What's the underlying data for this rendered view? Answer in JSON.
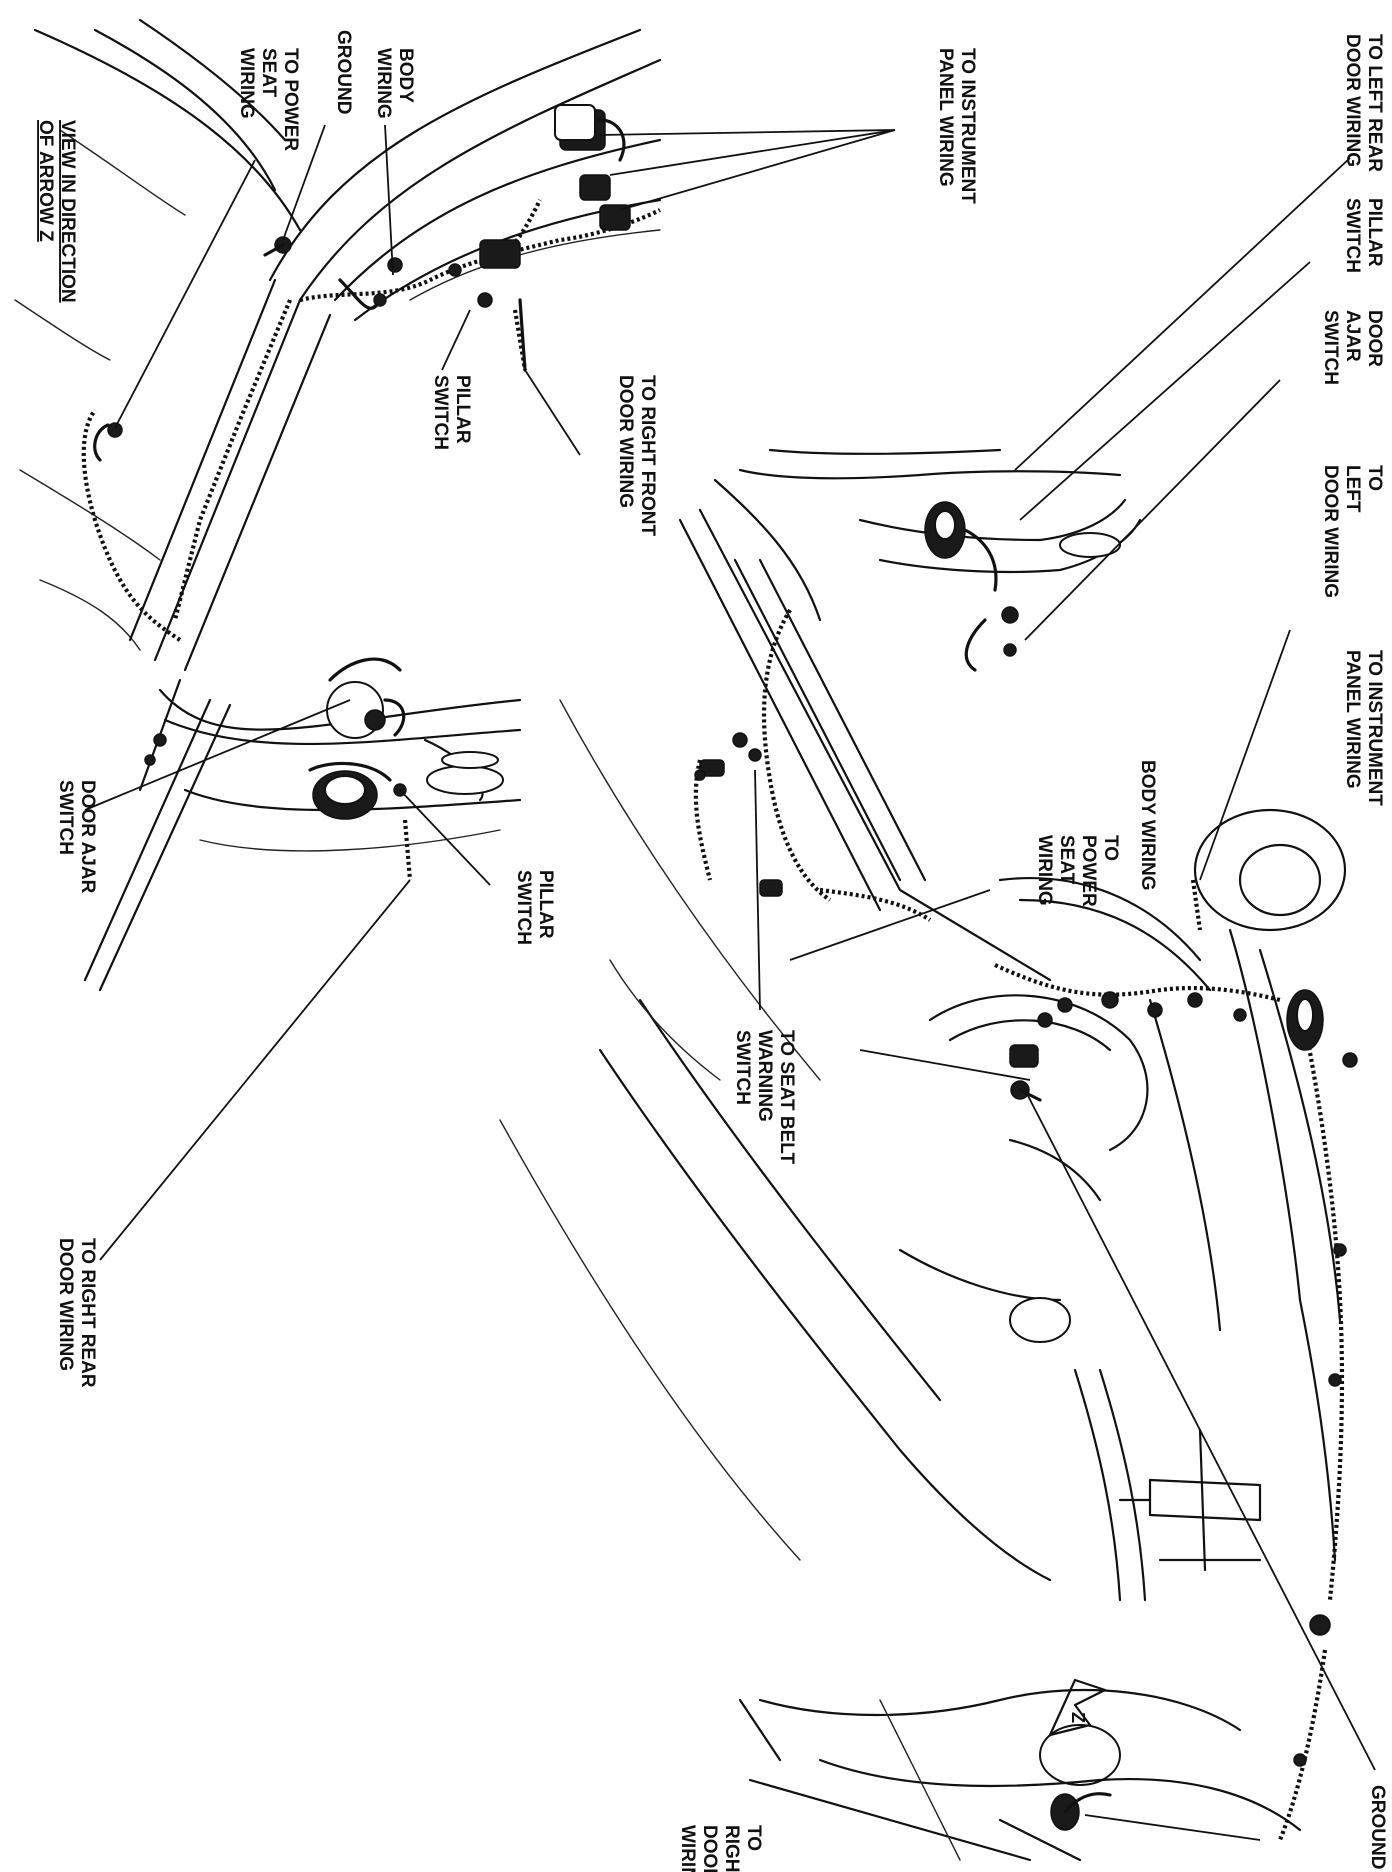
{
  "labels": {
    "to_left_rear_door_wiring": [
      "TO LEFT REAR",
      "DOOR WIRING"
    ],
    "pillar_switch_top": [
      "PILLAR",
      "SWITCH"
    ],
    "door_ajar_switch_top": [
      "DOOR",
      "AJAR",
      "SWITCH"
    ],
    "to_left_door_wiring": [
      "TO",
      "LEFT",
      "DOOR WIRING"
    ],
    "to_instrument_panel_wiring_right": [
      "TO INSTRUMENT",
      "PANEL WIRING"
    ],
    "body_wiring_right": [
      "BODY WIRING"
    ],
    "to_power_seat_wiring_right": [
      "TO",
      "POWER",
      "SEAT",
      "WIRING"
    ],
    "to_seat_belt_warning_switch": [
      "TO SEAT BELT",
      "WARNING",
      "SWITCH"
    ],
    "ground_right": [
      "GROUND"
    ],
    "to_right_door_wiring": [
      "TO",
      "RIGHT",
      "DOOR",
      "WIRING"
    ],
    "to_instrument_panel_wiring_top": [
      "TO INSTRUMENT",
      "PANEL WIRING"
    ],
    "body_wiring_left": [
      "BODY",
      "WIRING"
    ],
    "ground_left": [
      "GROUND"
    ],
    "to_power_seat_wiring_left": [
      "TO POWER",
      "SEAT",
      "WIRING"
    ],
    "view_in_direction": [
      "VIEW IN DIRECTION",
      "OF ARROW Z"
    ],
    "pillar_switch_mid": [
      "PILLAR",
      "SWITCH"
    ],
    "to_right_front_door_wiring": [
      "TO RIGHT FRONT",
      "DOOR WIRING"
    ],
    "door_ajar_switch_left": [
      "DOOR AJAR",
      "SWITCH"
    ],
    "pillar_switch_left": [
      "PILLAR",
      "SWITCH"
    ],
    "to_right_rear_door_wiring": [
      "TO RIGHT REAR",
      "DOOR WIRING"
    ]
  },
  "arrow_marker": "Z"
}
